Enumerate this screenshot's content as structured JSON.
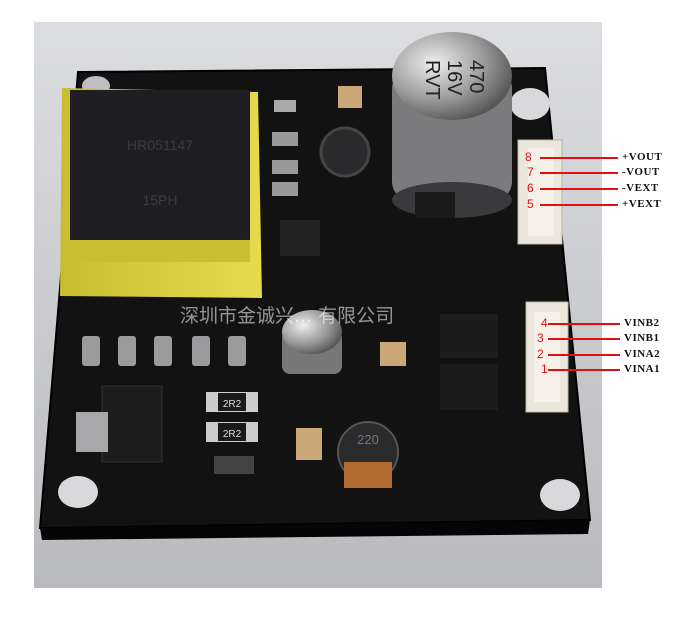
{
  "pins_top": {
    "labels": [
      "+VOUT",
      "-VOUT",
      "-VEXT",
      "+VEXT"
    ],
    "numbers": [
      "8",
      "7",
      "6",
      "5"
    ]
  },
  "pins_bottom": {
    "labels": [
      "VINB2",
      "VINB1",
      "VINA2",
      "VINA1"
    ],
    "numbers": [
      "4",
      "3",
      "2",
      "1"
    ]
  },
  "silkscreen": {
    "capacitor_large": [
      "470",
      "16V",
      "RVT"
    ],
    "inductor": "220",
    "resistor_1": "2R2",
    "resistor_2": "2R2",
    "transformer": [
      "HR051147",
      "15PH"
    ]
  },
  "watermark": "深圳市金诚兴... 有限公司",
  "colors": {
    "pcb": "#111111",
    "transformer_body": "#d9cf3a",
    "callout_line": "#e01010",
    "background": "#ffffff"
  }
}
